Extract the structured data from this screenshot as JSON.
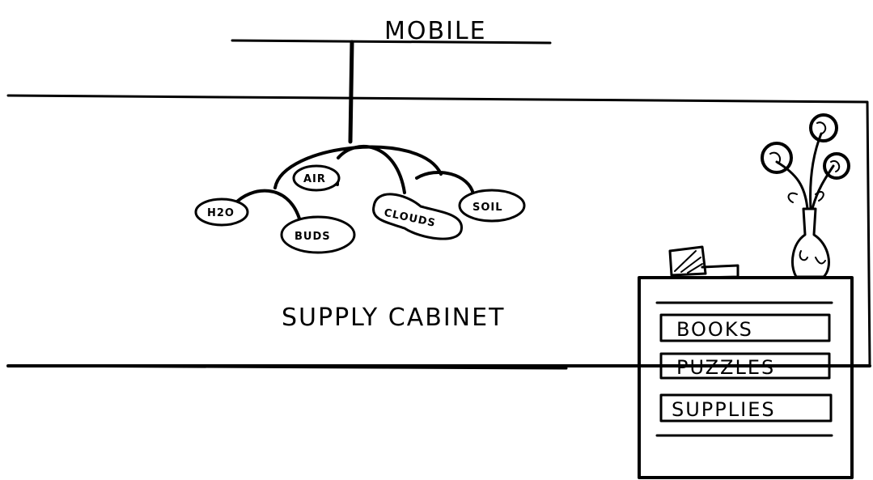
{
  "title": "MOBILE",
  "cabinet_label": "SUPPLY CABINET",
  "mobile_items": [
    "H2O",
    "AIR",
    "BUDS",
    "CLOUDS",
    "SOIL"
  ],
  "drawers": [
    "BOOKS",
    "PUZZLES",
    "SUPPLIES"
  ]
}
